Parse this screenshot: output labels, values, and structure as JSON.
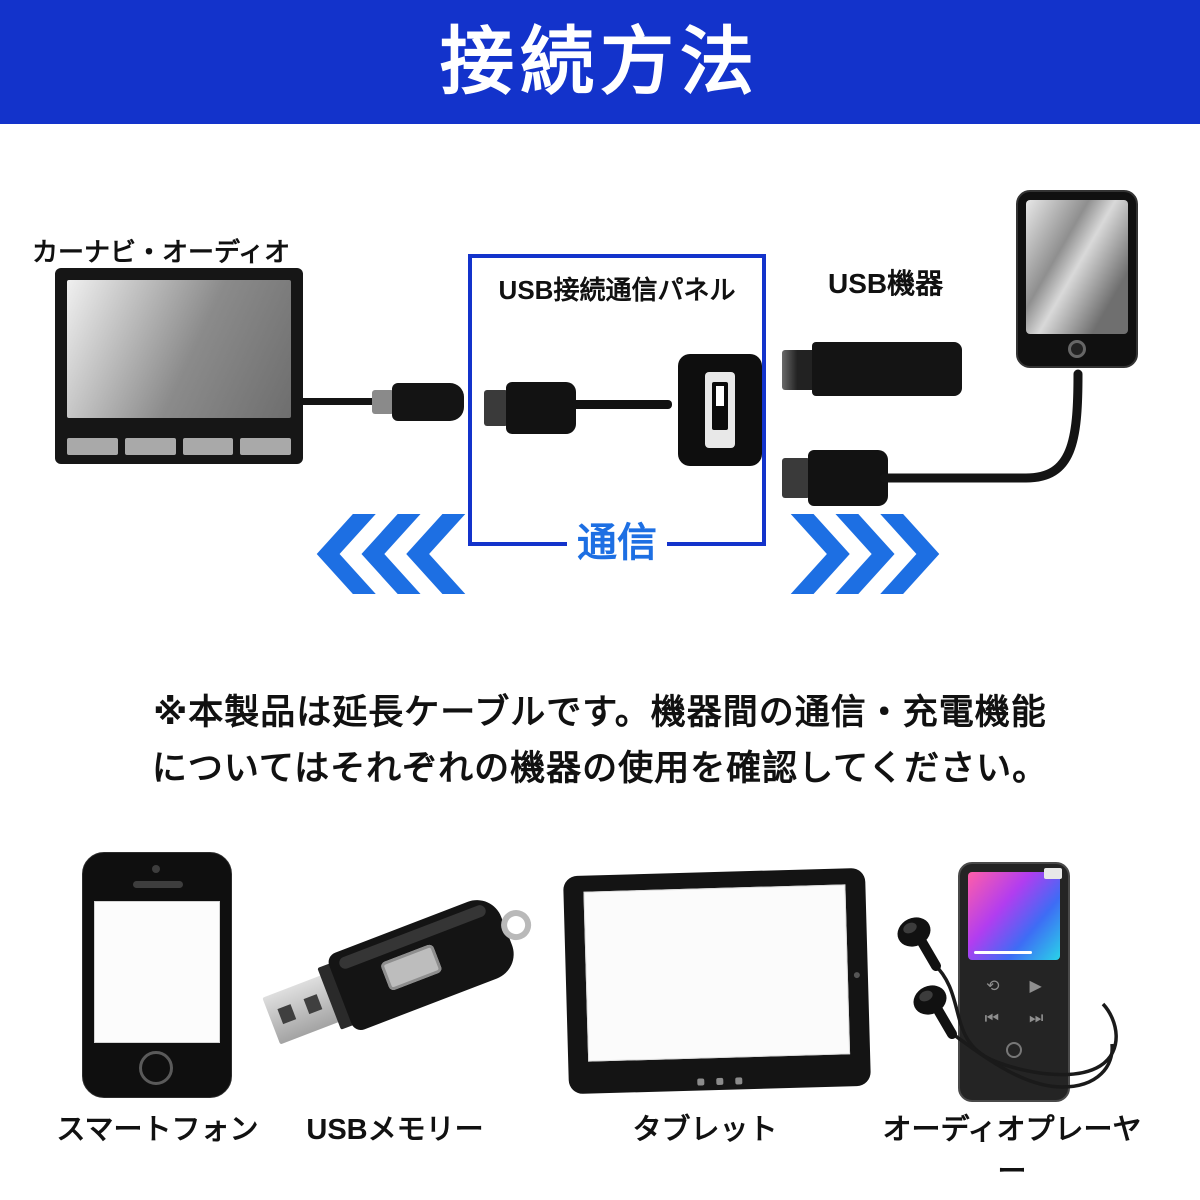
{
  "colors": {
    "primary": "#1333cb",
    "accent": "#1d6fe3"
  },
  "header": {
    "title": "接続方法"
  },
  "diagram": {
    "car_label": "カーナビ・オーディオ",
    "panel_label": "USB接続通信パネル",
    "usb_label": "USB機器",
    "comm_label": "通信"
  },
  "note": {
    "line1": "※本製品は延長ケーブルです。機器間の通信・充電機能",
    "line2": "についてはそれぞれの機器の使用を確認してください。"
  },
  "devices": [
    {
      "label": "スマートフォン"
    },
    {
      "label": "USBメモリー"
    },
    {
      "label": "タブレット"
    },
    {
      "label": "オーディオプレーヤー"
    }
  ],
  "player_icons": {
    "repeat": "⟲",
    "play": "▶",
    "prev": "⏮",
    "next": "⏭"
  }
}
